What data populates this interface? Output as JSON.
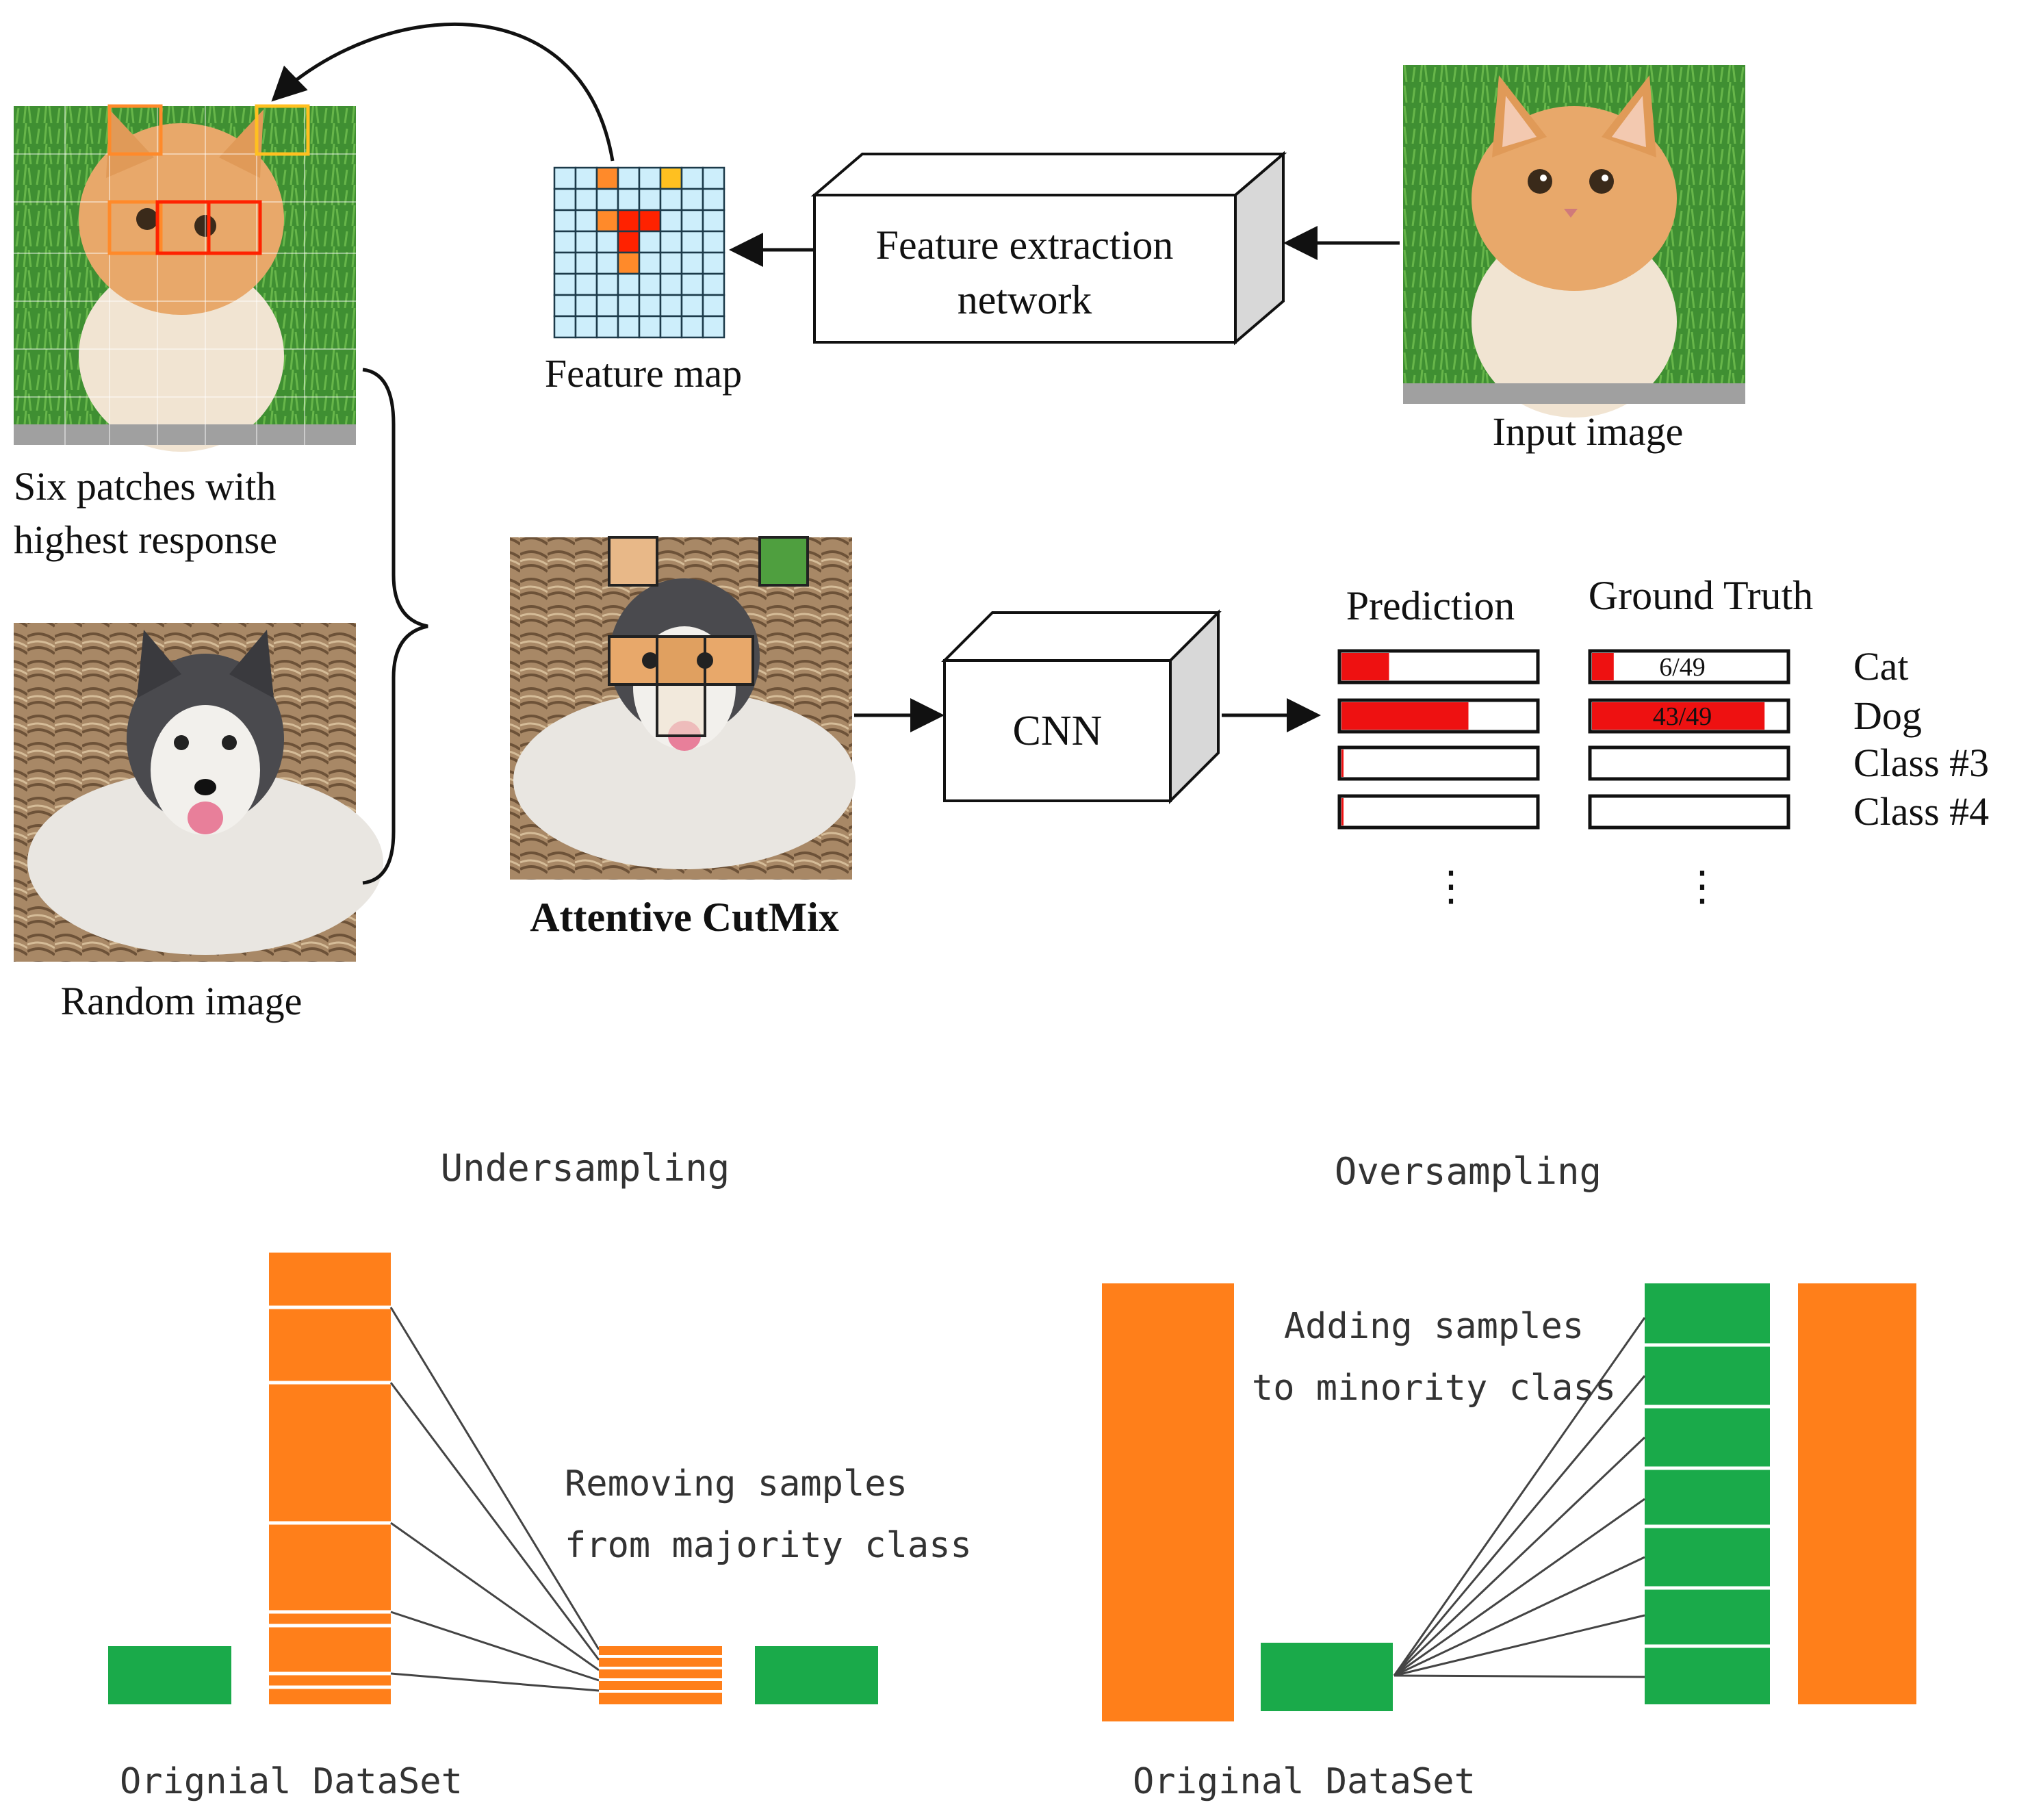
{
  "top": {
    "input_image_label": "Input image",
    "feature_extraction_label_line1": "Feature extraction",
    "feature_extraction_label_line2": "network",
    "feature_map_label": "Feature map",
    "six_patches_label_line1": "Six patches with",
    "six_patches_label_line2": "highest response",
    "random_image_label": "Random image",
    "attentive_cutmix_label": "Attentive CutMix",
    "cnn_label": "CNN",
    "prediction_header": "Prediction",
    "ground_truth_header": "Ground Truth",
    "classes": [
      {
        "name": "Cat",
        "prediction": 0.25,
        "ground_truth": 0.12,
        "gt_text": "6/49"
      },
      {
        "name": "Dog",
        "prediction": 0.65,
        "ground_truth": 0.88,
        "gt_text": "43/49"
      },
      {
        "name": "Class #3",
        "prediction": 0.02,
        "ground_truth": 0.0,
        "gt_text": ""
      },
      {
        "name": "Class #4",
        "prediction": 0.02,
        "ground_truth": 0.0,
        "gt_text": ""
      }
    ],
    "ellipsis": "⋮",
    "colors": {
      "bar_fill": "#ee1111",
      "grid_fill": "#cdeefb",
      "grid_hot": "#ff2200",
      "grid_warm": "#ff8a2a",
      "grid_yellow": "#ffc020"
    }
  },
  "bottom": {
    "undersampling": {
      "title": "Undersampling",
      "annotation_line1": "Removing samples",
      "annotation_line2": "from majority class",
      "dataset_label": "Orignial DataSet"
    },
    "oversampling": {
      "title": "Oversampling",
      "annotation_line1": "Adding samples",
      "annotation_line2": "to minority class",
      "dataset_label": "Original DataSet"
    },
    "colors": {
      "majority": "#ff7f1a",
      "minority": "#1aaa4a"
    }
  }
}
